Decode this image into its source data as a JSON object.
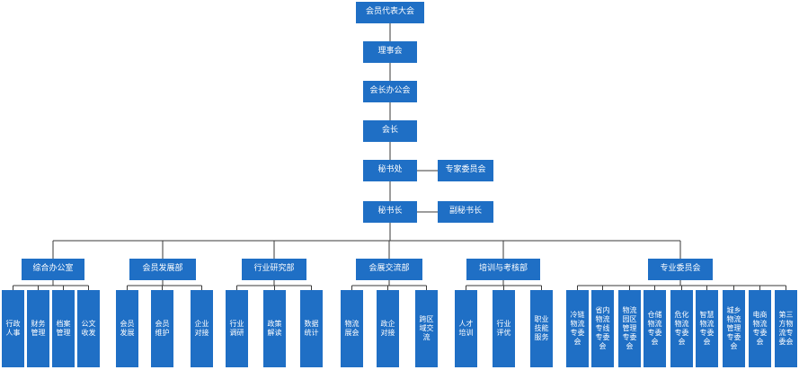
{
  "colors": {
    "box": "#1f6fc5",
    "text": "#ffffff",
    "line": "#3a3a3a"
  },
  "chain": {
    "congress": "会员代表大会",
    "council": "理事会",
    "president_office": "会长办公会",
    "president": "会长",
    "secretariat": "秘书处",
    "expert_committee": "专家委员会",
    "secretary_general": "秘书长",
    "deputy_secretary": "副秘书长"
  },
  "departments": [
    {
      "label": "综合办公室",
      "subs": [
        "行政\n人事",
        "财务\n管理",
        "档案\n管理",
        "公文\n收发"
      ]
    },
    {
      "label": "会员发展部",
      "subs": [
        "会员\n发展",
        "会员\n维护",
        "企业\n对接"
      ]
    },
    {
      "label": "行业研究部",
      "subs": [
        "行业\n调研",
        "政策\n解读",
        "数据\n统计"
      ]
    },
    {
      "label": "会展交流部",
      "subs": [
        "物流\n展会",
        "政企\n对接",
        "跨区\n域交\n流"
      ]
    },
    {
      "label": "培训与考核部",
      "subs": [
        "人才\n培训",
        "行业\n评优",
        "职业\n技能\n服务"
      ]
    },
    {
      "label": "专业委员会",
      "subs": [
        "冷链\n物流\n专委\n会",
        "省内\n物流\n专线\n专委\n会",
        "物流\n园区\n管理\n专委\n会",
        "仓储\n物流\n专委\n会",
        "危化\n物流\n专委\n会",
        "智慧\n物流\n专委\n会",
        "城乡\n物流\n管理\n专委\n会",
        "电商\n物流\n专委\n会",
        "第三\n方物\n流专\n委会"
      ]
    }
  ]
}
